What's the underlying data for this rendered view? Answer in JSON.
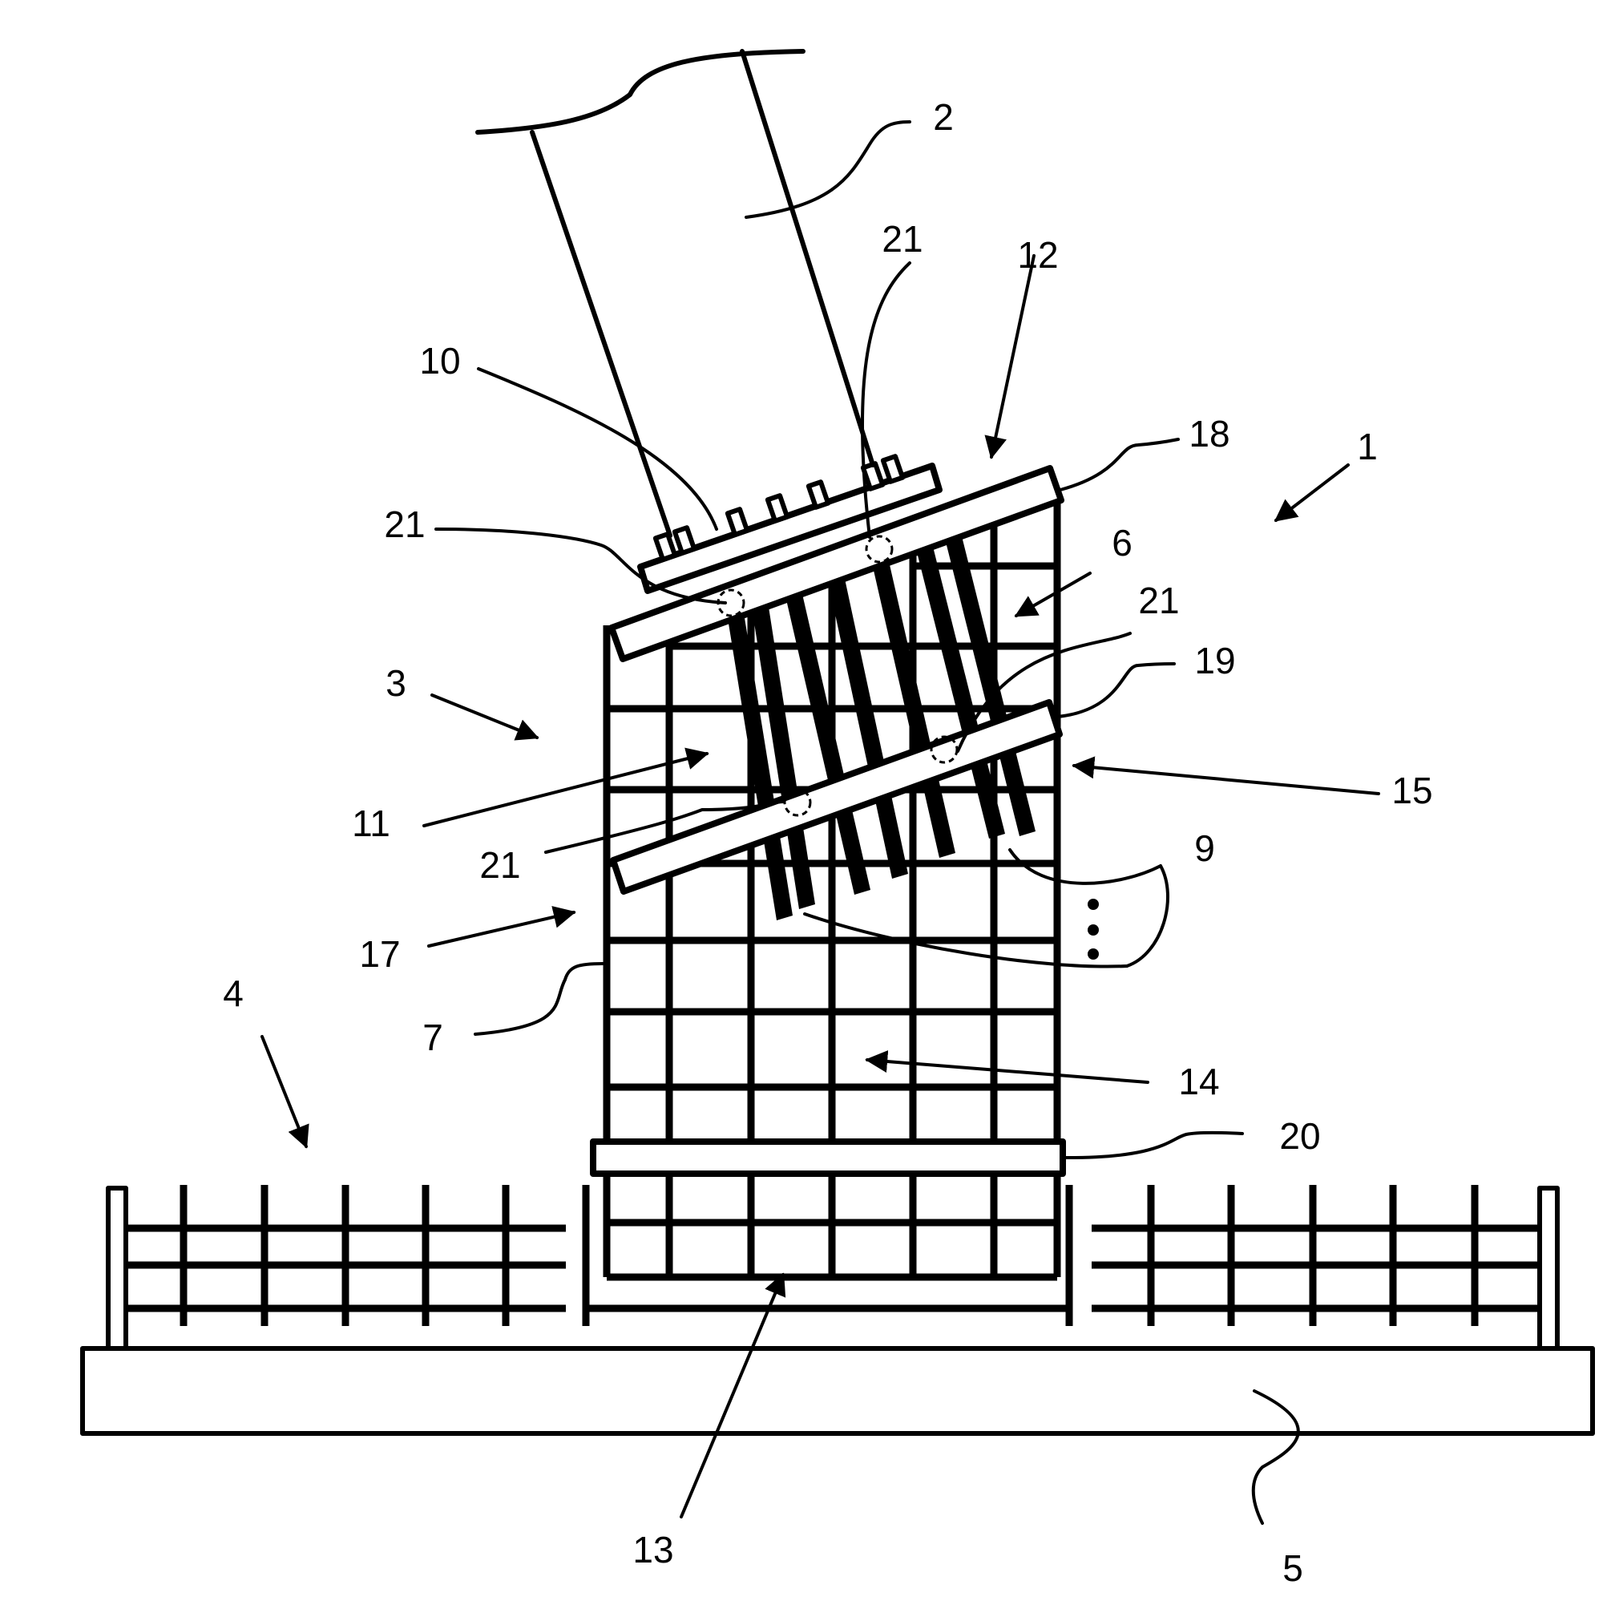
{
  "labels": {
    "l1": "1",
    "l2": "2",
    "l3": "3",
    "l4": "4",
    "l5": "5",
    "l6": "6",
    "l7": "7",
    "l9": "9",
    "l10": "10",
    "l11": "11",
    "l12": "12",
    "l13": "13",
    "l14": "14",
    "l15": "15",
    "l17": "17",
    "l18": "18",
    "l19": "19",
    "l20": "20",
    "l21a": "21",
    "l21b": "21",
    "l21c": "21",
    "l21d": "21"
  }
}
